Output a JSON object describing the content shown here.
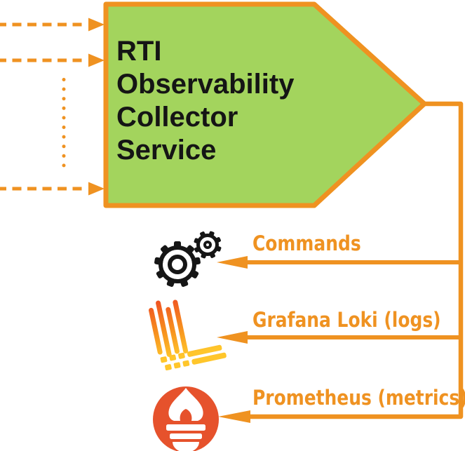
{
  "collector": {
    "title_lines": [
      "RTI",
      "Observability",
      "Collector",
      "Service"
    ]
  },
  "outputs": [
    {
      "label": "Commands",
      "icon": "gears-icon"
    },
    {
      "label": "Grafana Loki (logs)",
      "icon": "grafana-loki-icon"
    },
    {
      "label": "Prometheus (metrics)",
      "icon": "prometheus-icon"
    }
  ],
  "colors": {
    "accent_orange": "#EF9221",
    "box_green": "#A3D45D",
    "text_black": "#151515",
    "gear_black": "#161616",
    "prometheus_red": "#E6522C",
    "loki_top": "#EF5222",
    "loki_mid": "#F68C1E",
    "loki_bottom": "#FFC62B"
  }
}
